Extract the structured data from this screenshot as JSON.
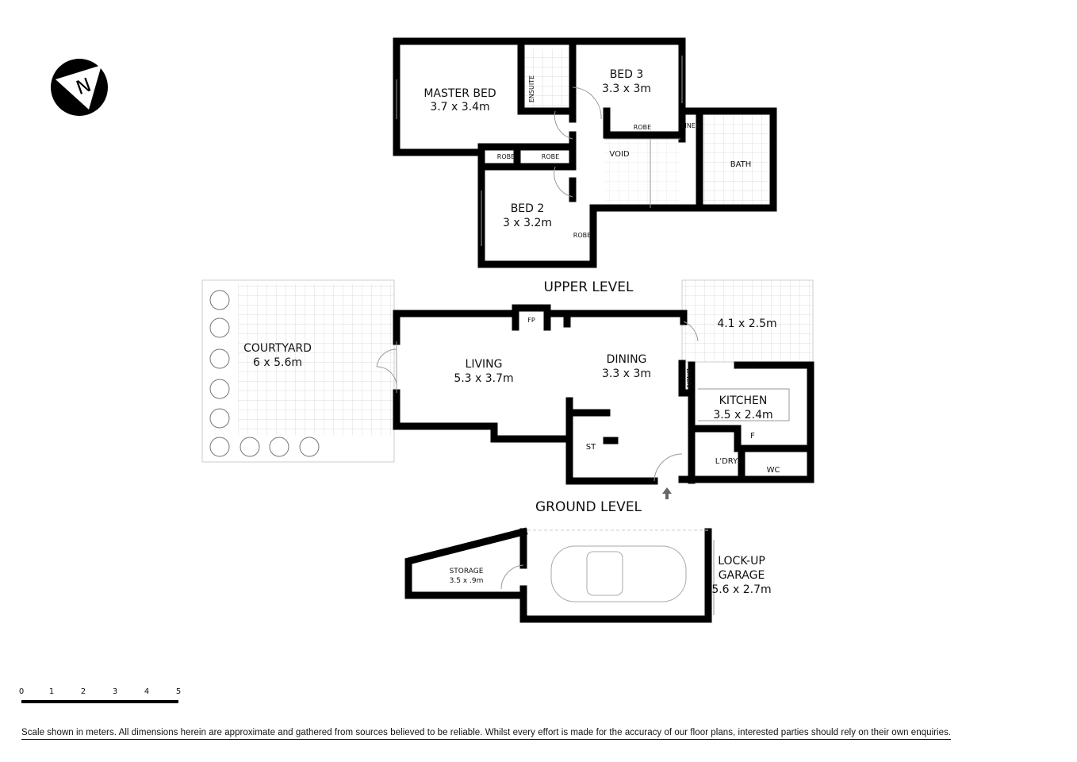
{
  "compass": {
    "label": "N",
    "icon": "north-arrow-icon"
  },
  "upper_level": {
    "title": "UPPER LEVEL",
    "rooms": [
      {
        "name": "MASTER BED",
        "size": "3.7 x 3.4m"
      },
      {
        "name": "BED 3",
        "size": "3.3 x 3m"
      },
      {
        "name": "BED 2",
        "size": "3 x 3.2m"
      }
    ],
    "labels": {
      "ensuite": "ENSUITE",
      "robe": "ROBE",
      "linen": "LINEN",
      "void": "VOID",
      "bath": "BATH"
    }
  },
  "ground_level": {
    "title": "GROUND LEVEL",
    "rooms": [
      {
        "name": "COURTYARD",
        "size": "6 x 5.6m"
      },
      {
        "name": "LIVING",
        "size": "5.3 x 3.7m"
      },
      {
        "name": "DINING",
        "size": "3.3 x 3m"
      },
      {
        "name": "KITCHEN",
        "size": "3.5 x 2.4m"
      }
    ],
    "terrace_size": "4.1 x 2.5m",
    "labels": {
      "fp": "FP",
      "linen": "LINEN",
      "st": "ST",
      "laundry": "L'DRY",
      "wc": "WC",
      "fridge": "F"
    }
  },
  "garage": {
    "storage_name": "STORAGE",
    "storage_size": "3.5 x .9m",
    "line1": "LOCK-UP",
    "line2": "GARAGE",
    "size": "5.6 x 2.7m"
  },
  "scale": {
    "ticks": [
      "0",
      "1",
      "2",
      "3",
      "4",
      "5"
    ],
    "unit": "meters"
  },
  "disclaimer": "Scale shown in meters. All dimensions herein are approximate and gathered from sources believed to be  reliable. Whilst every effort is made for the accuracy of our floor plans, interested parties should rely on their own enquiries."
}
